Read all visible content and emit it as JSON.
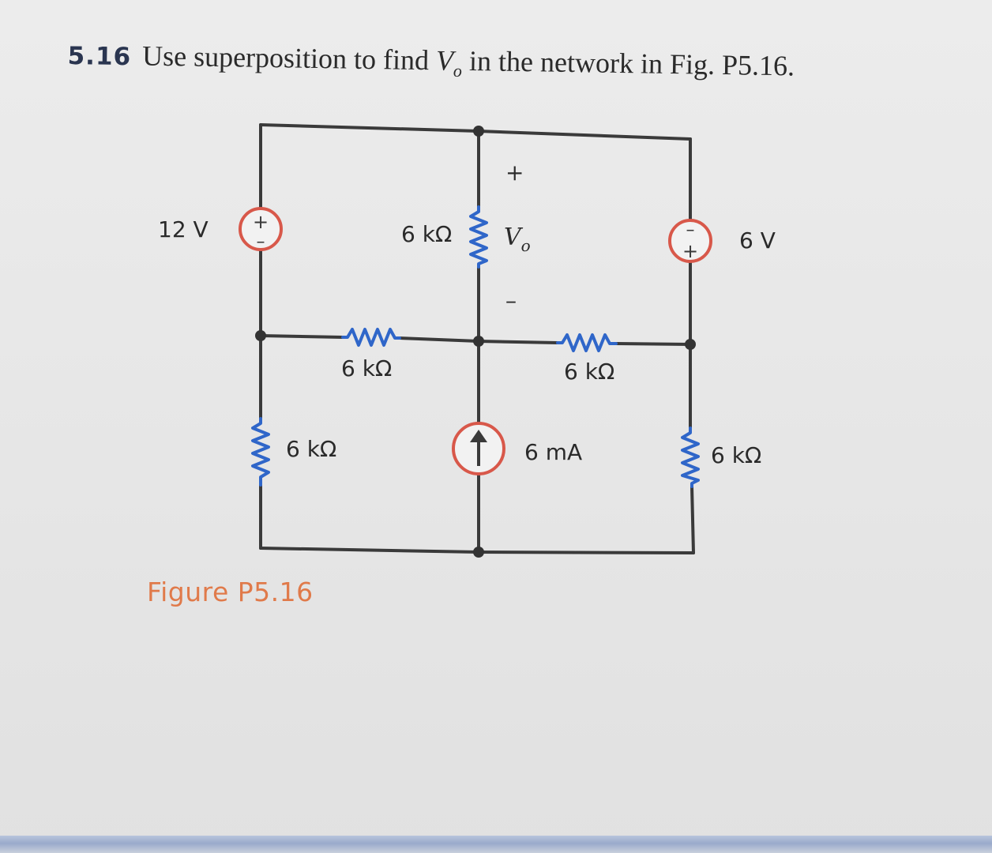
{
  "problem": {
    "number": "5.16",
    "text_before": "Use superposition to find",
    "variable": "V",
    "subscript": "o",
    "text_after": "in the network in Fig. P5.16."
  },
  "figure": {
    "caption": "Figure P5.16"
  },
  "circuit": {
    "source_left_voltage": "12 V",
    "source_right_voltage": "6 V",
    "resistor_center_vertical": "6 kΩ",
    "resistor_mid_left": "6 kΩ",
    "resistor_mid_right": "6 kΩ",
    "resistor_bottom_left": "6 kΩ",
    "resistor_bottom_right": "6 kΩ",
    "current_source": "6 mA",
    "vo_plus": "+",
    "vo_minus": "–",
    "vo_label": "V",
    "vo_subscript": "o",
    "sign_plus": "+",
    "sign_minus": "–",
    "colors": {
      "wire": "#3a3a3a",
      "resistor": "#2f66c9",
      "source_outline": "#d8584a",
      "caption": "#e07a4a"
    }
  }
}
